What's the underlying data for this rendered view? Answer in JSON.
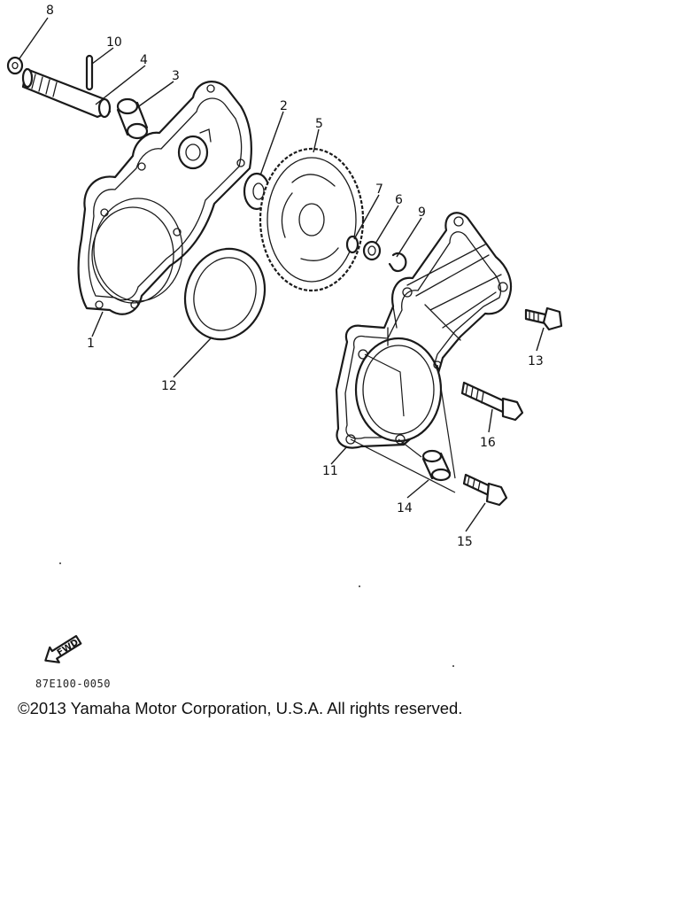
{
  "diagram": {
    "callouts": [
      "1",
      "2",
      "3",
      "4",
      "5",
      "6",
      "7",
      "8",
      "9",
      "10",
      "11",
      "12",
      "13",
      "14",
      "15",
      "16"
    ],
    "fwd_label": "FWD",
    "drawing_code": "87E100-0050"
  },
  "footer": {
    "copyright": "©2013 Yamaha Motor Corporation, U.S.A. All rights reserved."
  }
}
